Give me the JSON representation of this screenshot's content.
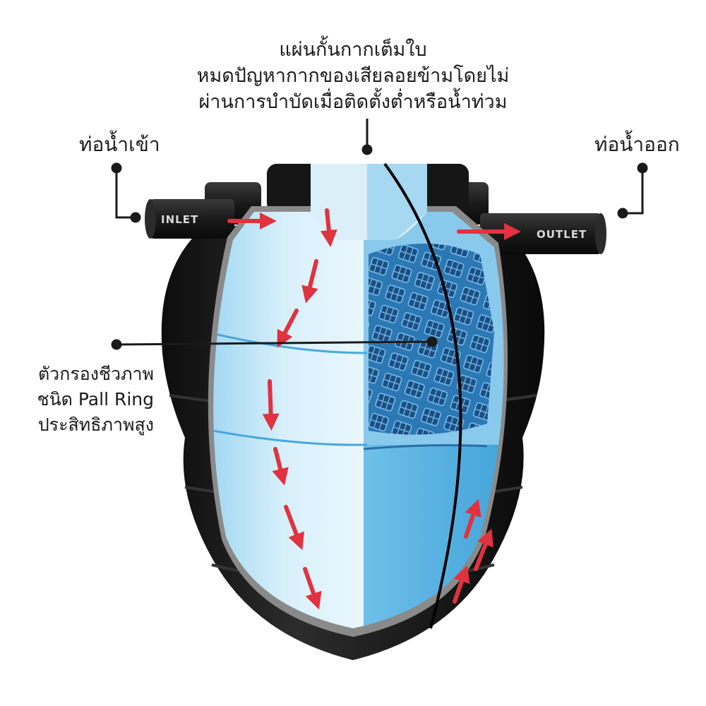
{
  "labels": {
    "top": [
      "แผ่นกั้นกากเต็มใบ",
      "หมดปัญหากากของเสียลอยข้ามโดยไม่",
      "ผ่านการบำบัดเมื่อติดตั้งต่ำหรือน้ำท่วม"
    ],
    "inlet": "ท่อน้ำเข้า",
    "outlet": "ท่อน้ำออก",
    "filter": [
      "ตัวกรองชีวภาพ",
      "ชนิด Pall Ring",
      "ประสิทธิภาพสูง"
    ]
  },
  "pipes": {
    "inlet_text": "INLET",
    "outlet_text": "OUTLET"
  },
  "colors": {
    "tank": "#1b1b1b",
    "water_light": "#c5e6f6",
    "water_mid": "#8fcdeb",
    "water_deep": "#3fa4da",
    "media": "#1f5f96",
    "flow_arrow": "#e0323f",
    "callout_line": "#1a1a1a"
  },
  "icons": [
    "flow-arrow-icon",
    "callout-dot-icon"
  ]
}
